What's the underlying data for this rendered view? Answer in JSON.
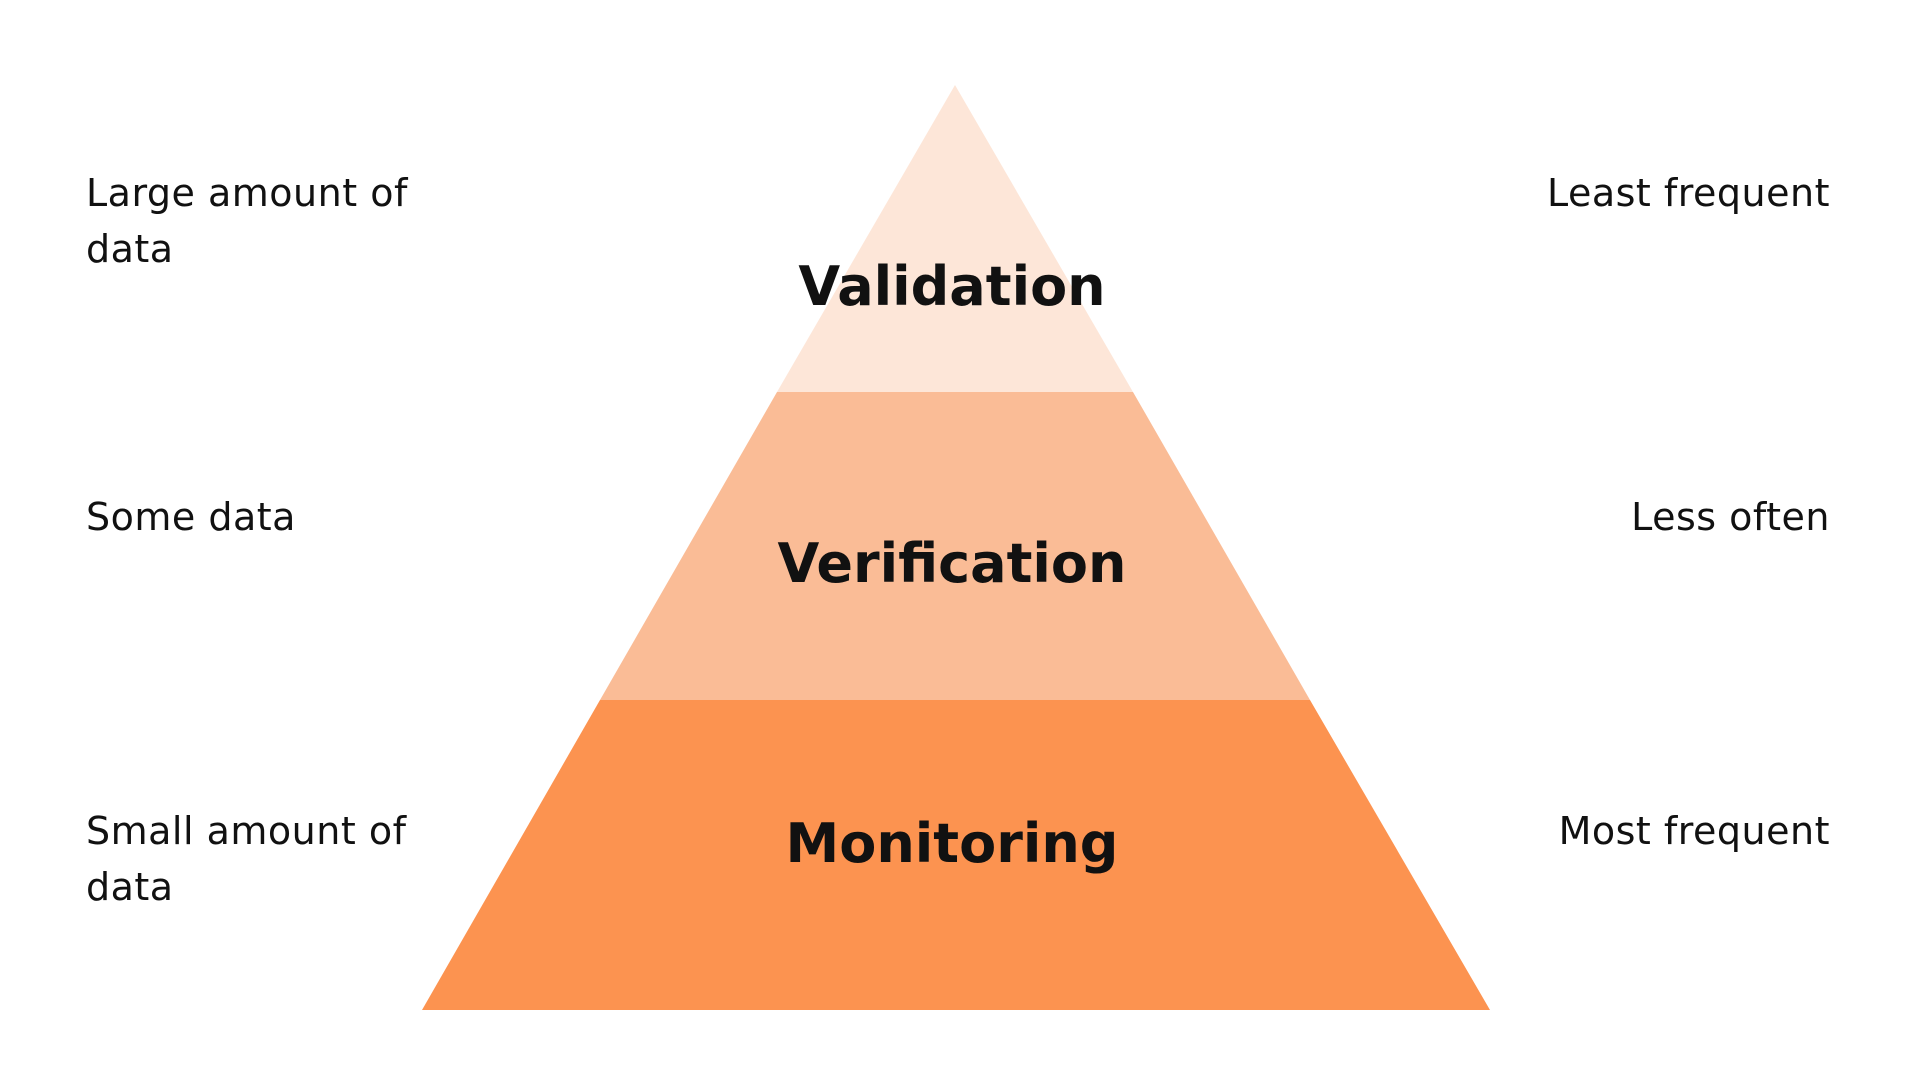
{
  "tiers": [
    {
      "label": "Validation",
      "color": "#FDE6D8"
    },
    {
      "label": "Verification",
      "color": "#FABC96"
    },
    {
      "label": "Monitoring",
      "color": "#FC9350"
    }
  ],
  "left_labels": [
    "Large amount of data",
    "Some data",
    "Small amount of data"
  ],
  "right_labels": [
    "Least frequent",
    "Less often",
    "Most frequent"
  ]
}
